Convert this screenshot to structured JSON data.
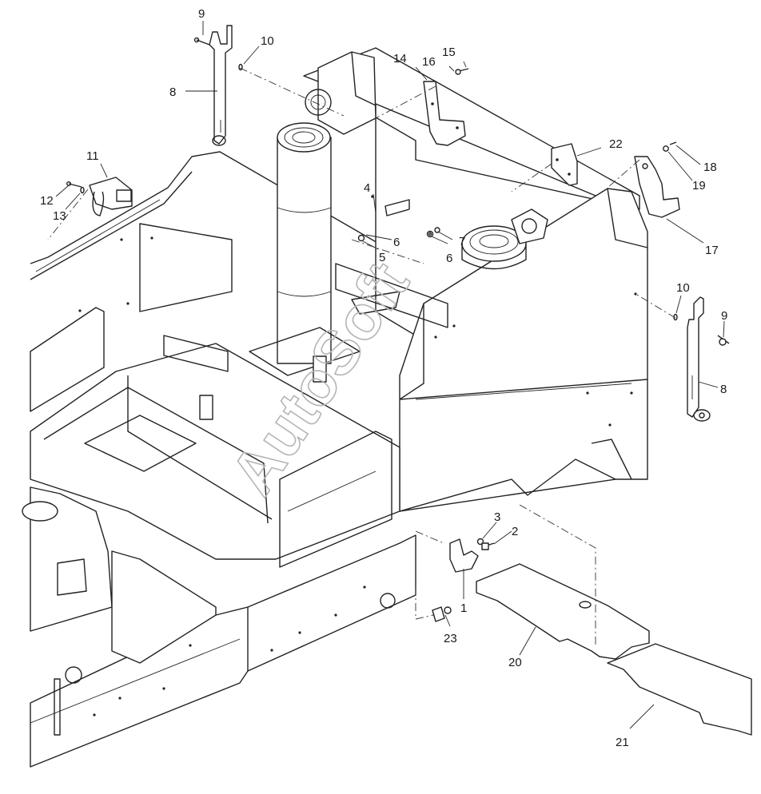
{
  "diagram": {
    "watermark": "AutoSoft",
    "callouts": [
      {
        "id": "c1",
        "label": "1"
      },
      {
        "id": "c2",
        "label": "2"
      },
      {
        "id": "c3",
        "label": "3"
      },
      {
        "id": "c4",
        "label": "4"
      },
      {
        "id": "c5",
        "label": "5"
      },
      {
        "id": "c6a",
        "label": "6"
      },
      {
        "id": "c6b",
        "label": "6"
      },
      {
        "id": "c7",
        "label": "7"
      },
      {
        "id": "c8a",
        "label": "8"
      },
      {
        "id": "c8b",
        "label": "8"
      },
      {
        "id": "c9a",
        "label": "9"
      },
      {
        "id": "c9b",
        "label": "9"
      },
      {
        "id": "c10a",
        "label": "10"
      },
      {
        "id": "c10b",
        "label": "10"
      },
      {
        "id": "c11",
        "label": "11"
      },
      {
        "id": "c12",
        "label": "12"
      },
      {
        "id": "c13",
        "label": "13"
      },
      {
        "id": "c14",
        "label": "14"
      },
      {
        "id": "c15",
        "label": "15"
      },
      {
        "id": "c16",
        "label": "16"
      },
      {
        "id": "c17",
        "label": "17"
      },
      {
        "id": "c18",
        "label": "18"
      },
      {
        "id": "c19",
        "label": "19"
      },
      {
        "id": "c20",
        "label": "20"
      },
      {
        "id": "c21",
        "label": "21"
      },
      {
        "id": "c22",
        "label": "22"
      },
      {
        "id": "c23",
        "label": "23"
      }
    ]
  }
}
